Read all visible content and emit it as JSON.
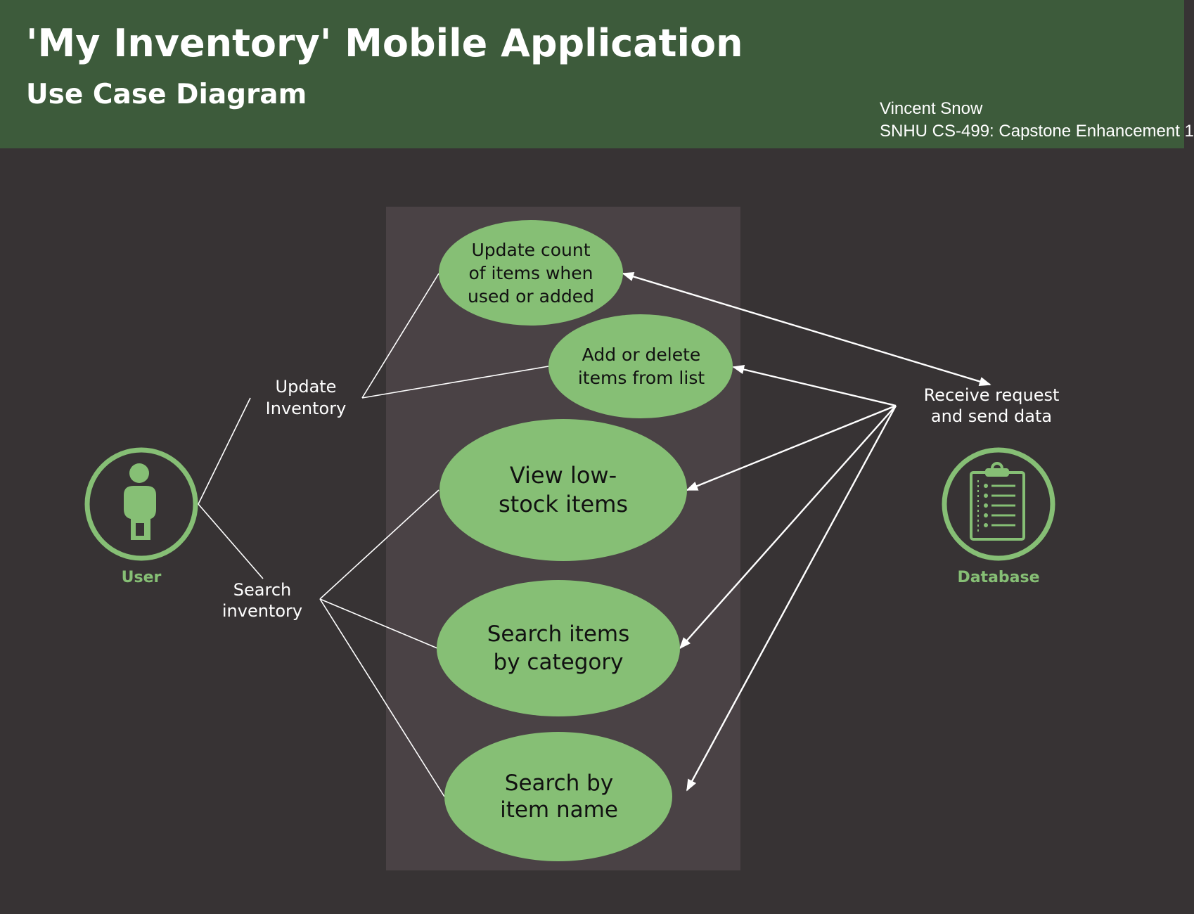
{
  "header": {
    "title": "'My Inventory' Mobile Application",
    "subtitle": "Use Case Diagram",
    "author_line1": "Vincent Snow",
    "author_line2": "SNHU CS-499: Capstone Enhancement 1"
  },
  "actors": {
    "user": {
      "label": "User",
      "icon": "person-icon"
    },
    "database": {
      "label": "Database",
      "icon": "clipboard-list-icon"
    }
  },
  "groups": {
    "update": "Update\nInventory",
    "search": "Search\ninventory",
    "receive": "Receive request\nand send data"
  },
  "use_cases": {
    "update_count": "Update count\nof items when\nused or added",
    "add_delete": "Add or delete\nitems from list",
    "view_low_stock": "View low-\nstock items",
    "search_category": "Search items\nby category",
    "search_name": "Search by\nitem name"
  },
  "colors": {
    "header_bg": "#3d5b3b",
    "background": "#373334",
    "system_box": "#4a4245",
    "use_case_fill": "#86bf75",
    "actor_accent": "#86bf75"
  }
}
